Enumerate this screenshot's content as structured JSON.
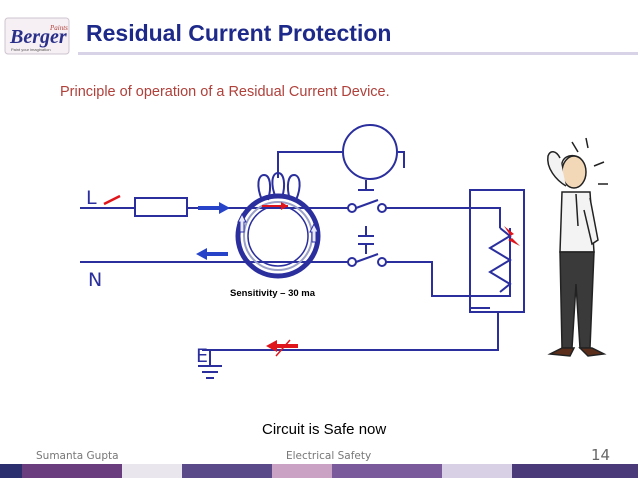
{
  "brand": {
    "logo_text": "Berger",
    "logo_sub": "Paints",
    "logo_tag": "Paint your imagination"
  },
  "slide": {
    "title": "Residual Current Protection",
    "subtitle": "Principle of operation of a Residual Current Device.",
    "caption": "Circuit is Safe now"
  },
  "diagram": {
    "label_line": "L",
    "label_neutral": "N",
    "label_earth": "E",
    "sensitivity_label": "Sensitivity – 30 ma"
  },
  "footer": {
    "author": "Sumanta Gupta",
    "topic": "Electrical Safety",
    "page": "14"
  },
  "colors": {
    "title": "#1e2a8a",
    "subtitle": "#b0403a",
    "wire": "#2b2f9e",
    "arrow_blue": "#2744c9",
    "arrow_red": "#e0151b"
  }
}
